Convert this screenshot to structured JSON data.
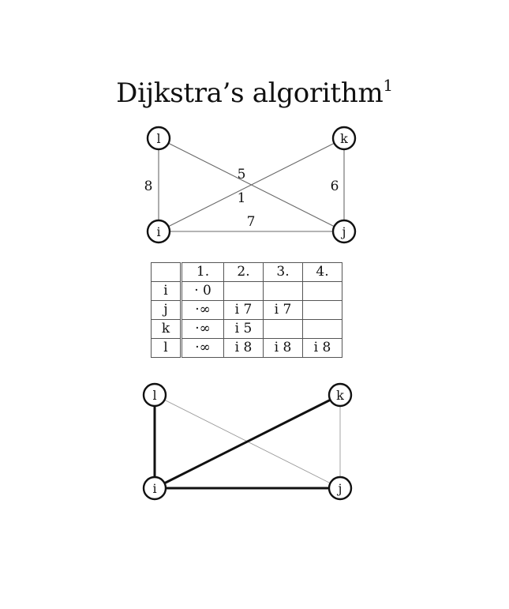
{
  "title": {
    "text": "Dijkstra’s algorithm",
    "superscript": "1"
  },
  "graph_top": {
    "nodes": [
      {
        "id": "l",
        "label": "l"
      },
      {
        "id": "k",
        "label": "k"
      },
      {
        "id": "i",
        "label": "i"
      },
      {
        "id": "j",
        "label": "j"
      }
    ],
    "edges": [
      {
        "from": "l",
        "to": "i",
        "weight": "8"
      },
      {
        "from": "l",
        "to": "j",
        "weight": "5"
      },
      {
        "from": "i",
        "to": "k",
        "weight": "1"
      },
      {
        "from": "k",
        "to": "j",
        "weight": "6"
      },
      {
        "from": "i",
        "to": "j",
        "weight": "7"
      }
    ]
  },
  "table": {
    "headers": [
      "",
      "1.",
      "2.",
      "3.",
      "4."
    ],
    "rows": [
      {
        "node": "i",
        "cells": [
          "· 0",
          "",
          "",
          ""
        ]
      },
      {
        "node": "j",
        "cells": [
          "·∞",
          "i 7",
          "i 7",
          ""
        ]
      },
      {
        "node": "k",
        "cells": [
          "·∞",
          "i 5",
          "",
          ""
        ]
      },
      {
        "node": "l",
        "cells": [
          "·∞",
          "i 8",
          "i 8",
          "i 8"
        ]
      }
    ]
  },
  "graph_bottom": {
    "nodes": [
      {
        "id": "l",
        "label": "l"
      },
      {
        "id": "k",
        "label": "k"
      },
      {
        "id": "i",
        "label": "i"
      },
      {
        "id": "j",
        "label": "j"
      }
    ],
    "tree_edges": [
      {
        "from": "l",
        "to": "i"
      },
      {
        "from": "i",
        "to": "k"
      },
      {
        "from": "i",
        "to": "j"
      }
    ],
    "other_edges": [
      {
        "from": "l",
        "to": "j"
      },
      {
        "from": "k",
        "to": "j"
      }
    ]
  }
}
